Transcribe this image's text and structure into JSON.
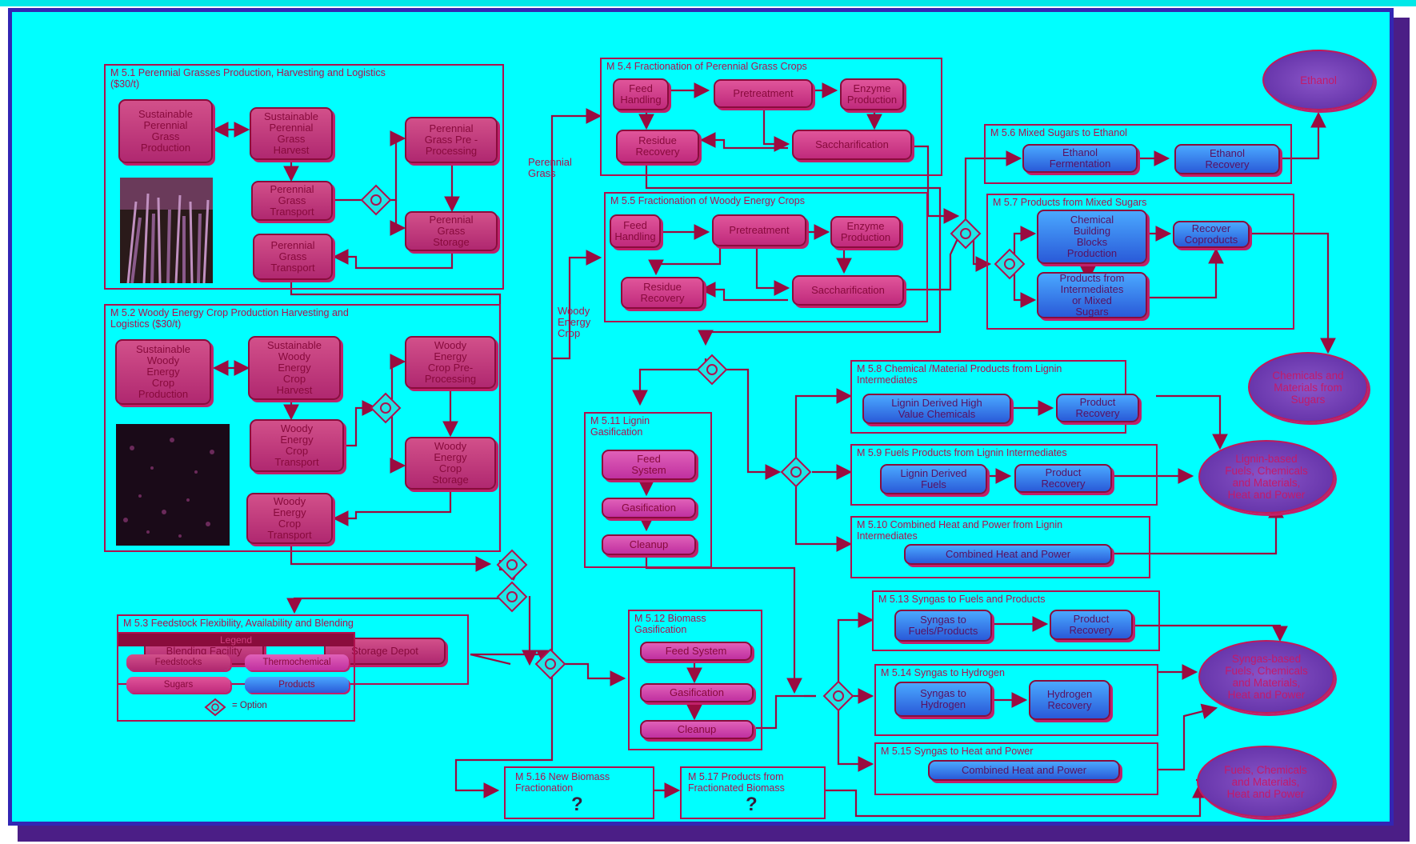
{
  "modules": {
    "m51": "M 5.1 Perennial Grasses Production, Harvesting and Logistics\n($30/t)",
    "m52": "M 5.2 Woody Energy Crop Production Harvesting and\nLogistics ($30/t)",
    "m53": "M 5.3 Feedstock Flexibility, Availability and Blending",
    "m54": "M 5.4 Fractionation of Perennial Grass Crops",
    "m55": "M 5.5 Fractionation of Woody Energy Crops",
    "m56": "M 5.6 Mixed Sugars to Ethanol",
    "m57": "M 5.7 Products from Mixed Sugars",
    "m58": "M 5.8 Chemical /Material Products from Lignin\nIntermediates",
    "m59": "M 5.9 Fuels Products  from Lignin Intermediates",
    "m510": "M 5.10 Combined Heat and Power from Lignin\nIntermediates",
    "m511": "M 5.11 Lignin\nGasification",
    "m512": "M 5.12 Biomass\nGasification",
    "m513": "M 5.13 Syngas to Fuels and Products",
    "m514": "M 5.14 Syngas to Hydrogen",
    "m515": "M 5.15 Syngas to Heat and Power",
    "m516": "M 5.16 New Biomass\nFractionation",
    "m517": "M 5.17 Products from\nFractionated Biomass"
  },
  "boxes": {
    "grass_prod": "Sustainable\nPerennial\nGrass\nProduction",
    "grass_harvest": "Sustainable\nPerennial\nGrass\nHarvest",
    "grass_transport1": "Perennial\nGrass\nTransport",
    "grass_preproc": "Perennial\nGrass Pre -\nProcessing",
    "grass_storage": "Perennial\nGrass\nStorage",
    "grass_transport2": "Perennial\nGrass\nTransport",
    "woody_prod": "Sustainable\nWoody\nEnergy\nCrop\nProduction",
    "woody_harvest": "Sustainable\nWoody\nEnergy\nCrop\nHarvest",
    "woody_transport1": "Woody\nEnergy\nCrop\nTransport",
    "woody_preproc": "Woody\nEnergy\nCrop Pre-\nProcessing",
    "woody_storage": "Woody\nEnergy\nCrop\nStorage",
    "woody_transport2": "Woody\nEnergy\nCrop\nTransport",
    "blending": "Blending Facility",
    "storage_depot": "Storage Depot",
    "m54_feed": "Feed\nHandling",
    "m54_pretreat": "Pretreatment",
    "m54_enzyme": "Enzyme\nProduction",
    "m54_residue": "Residue\nRecovery",
    "m54_sacch": "Saccharification",
    "m55_feed": "Feed\nHandling",
    "m55_pretreat": "Pretreatment",
    "m55_enzyme": "Enzyme\nProduction",
    "m55_residue": "Residue\nRecovery",
    "m55_sacch": "Saccharification",
    "ethanol_ferm": "Ethanol\nFermentation",
    "ethanol_recov": "Ethanol\nRecovery",
    "chem_building": "Chemical\nBuilding\nBlocks\nProduction",
    "recover_coproducts": "Recover\nCoproducts",
    "products_intermediates": "Products from\nIntermediates\nor Mixed\nSugars",
    "lignin_chem": "Lignin Derived High\nValue Chemicals",
    "m58_recovery": "Product\nRecovery",
    "lignin_fuels": "Lignin Derived\nFuels",
    "m59_recovery": "Product\nRecovery",
    "m510_chp": "Combined Heat and Power",
    "m511_feed": "Feed\nSystem",
    "m511_gasif": "Gasification",
    "m511_cleanup": "Cleanup",
    "m512_feed": "Feed System",
    "m512_gasif": "Gasification",
    "m512_cleanup": "Cleanup",
    "syngas_fuels": "Syngas to\nFuels/Products",
    "m513_recovery": "Product\nRecovery",
    "syngas_h2": "Syngas to\nHydrogen",
    "h2_recovery": "Hydrogen\nRecovery",
    "m515_chp": "Combined Heat and Power"
  },
  "outputs": {
    "ethanol": "Ethanol",
    "chem_sugars": "Chemicals and\nMaterials from\nSugars",
    "lignin_based": "Lignin-based\nFuels, Chemicals\nand Materials,\nHeat and Power",
    "syngas_based": "Syngas-based\nFuels, Chemicals\nand Materials,\nHeat and Power",
    "fuels_chem": "Fuels, Chemicals\nand Materials,\nHeat and Power"
  },
  "labels": {
    "perennial_grass": "Perennial\nGrass",
    "woody_energy_crop": "Woody\nEnergy\nCrop",
    "question": "?"
  },
  "legend": {
    "title": "Legend",
    "feedstocks": "Feedstocks",
    "thermochemical": "Thermochemical",
    "sugars": "Sugars",
    "products": "Products",
    "option": "= Option"
  },
  "colors": {
    "background": "#00ffff",
    "line": "#b0104e",
    "feedstock": "#c83c7c",
    "sugar": "#d0448c",
    "thermochemical": "#d050b0",
    "product": "#3a80f0",
    "output": "#6a3ab4"
  }
}
